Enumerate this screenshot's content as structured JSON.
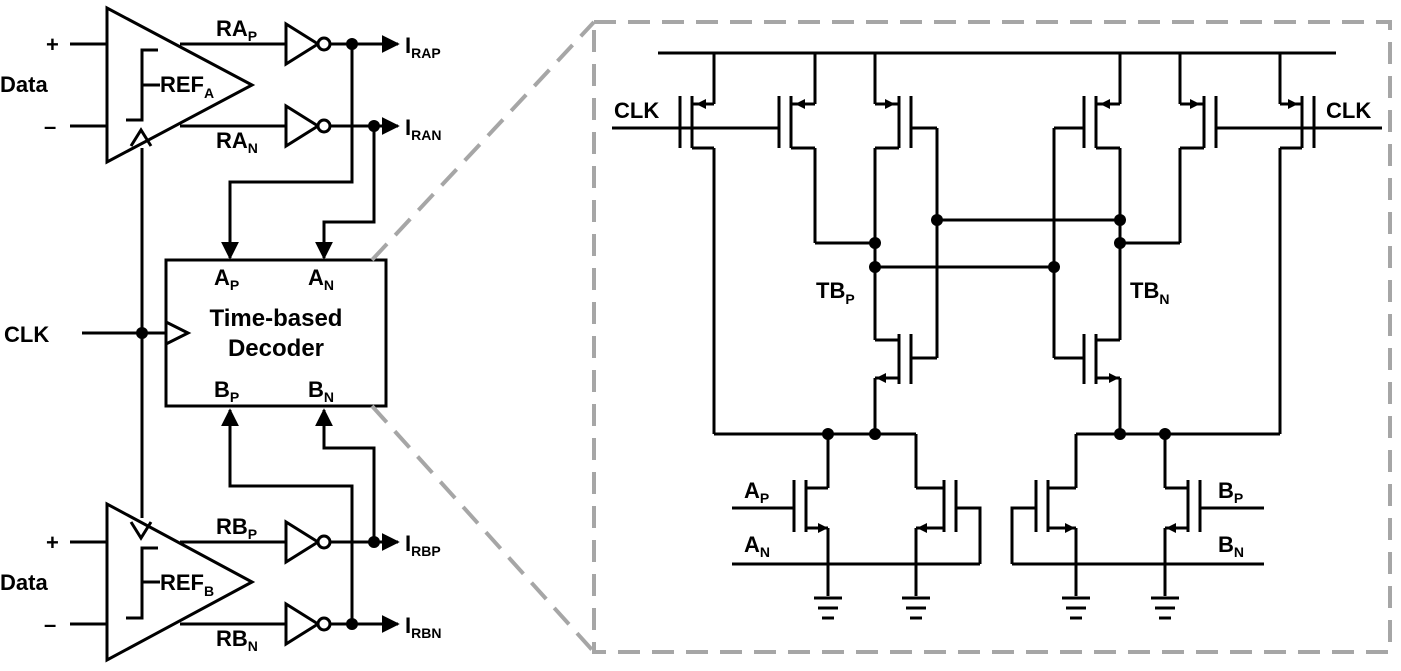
{
  "left": {
    "comp_a": {
      "plus": "+",
      "minus": "–",
      "input": "Data",
      "ref": "REF",
      "ref_sub": "A"
    },
    "comp_b": {
      "plus": "+",
      "minus": "–",
      "input": "Data",
      "ref": "REF",
      "ref_sub": "B"
    },
    "signals": {
      "ra_p": {
        "main": "RA",
        "sub": "P"
      },
      "ra_n": {
        "main": "RA",
        "sub": "N"
      },
      "rb_p": {
        "main": "RB",
        "sub": "P"
      },
      "rb_n": {
        "main": "RB",
        "sub": "N"
      }
    },
    "outputs": {
      "i_rap": {
        "main": "I",
        "sub": "RAP"
      },
      "i_ran": {
        "main": "I",
        "sub": "RAN"
      },
      "i_rbp": {
        "main": "I",
        "sub": "RBP"
      },
      "i_rbn": {
        "main": "I",
        "sub": "RBN"
      }
    },
    "clk": "CLK",
    "decoder": {
      "title_line1": "Time-based",
      "title_line2": "Decoder",
      "a_p": {
        "main": "A",
        "sub": "P"
      },
      "a_n": {
        "main": "A",
        "sub": "N"
      },
      "b_p": {
        "main": "B",
        "sub": "P"
      },
      "b_n": {
        "main": "B",
        "sub": "N"
      }
    }
  },
  "right": {
    "clk_left": "CLK",
    "clk_right": "CLK",
    "tb_p": {
      "main": "TB",
      "sub": "P"
    },
    "tb_n": {
      "main": "TB",
      "sub": "N"
    },
    "a_p": {
      "main": "A",
      "sub": "P"
    },
    "a_n": {
      "main": "A",
      "sub": "N"
    },
    "b_p": {
      "main": "B",
      "sub": "P"
    },
    "b_n": {
      "main": "B",
      "sub": "N"
    }
  },
  "colors": {
    "wire": "#000000",
    "zoom_border": "#a6a6a6"
  }
}
